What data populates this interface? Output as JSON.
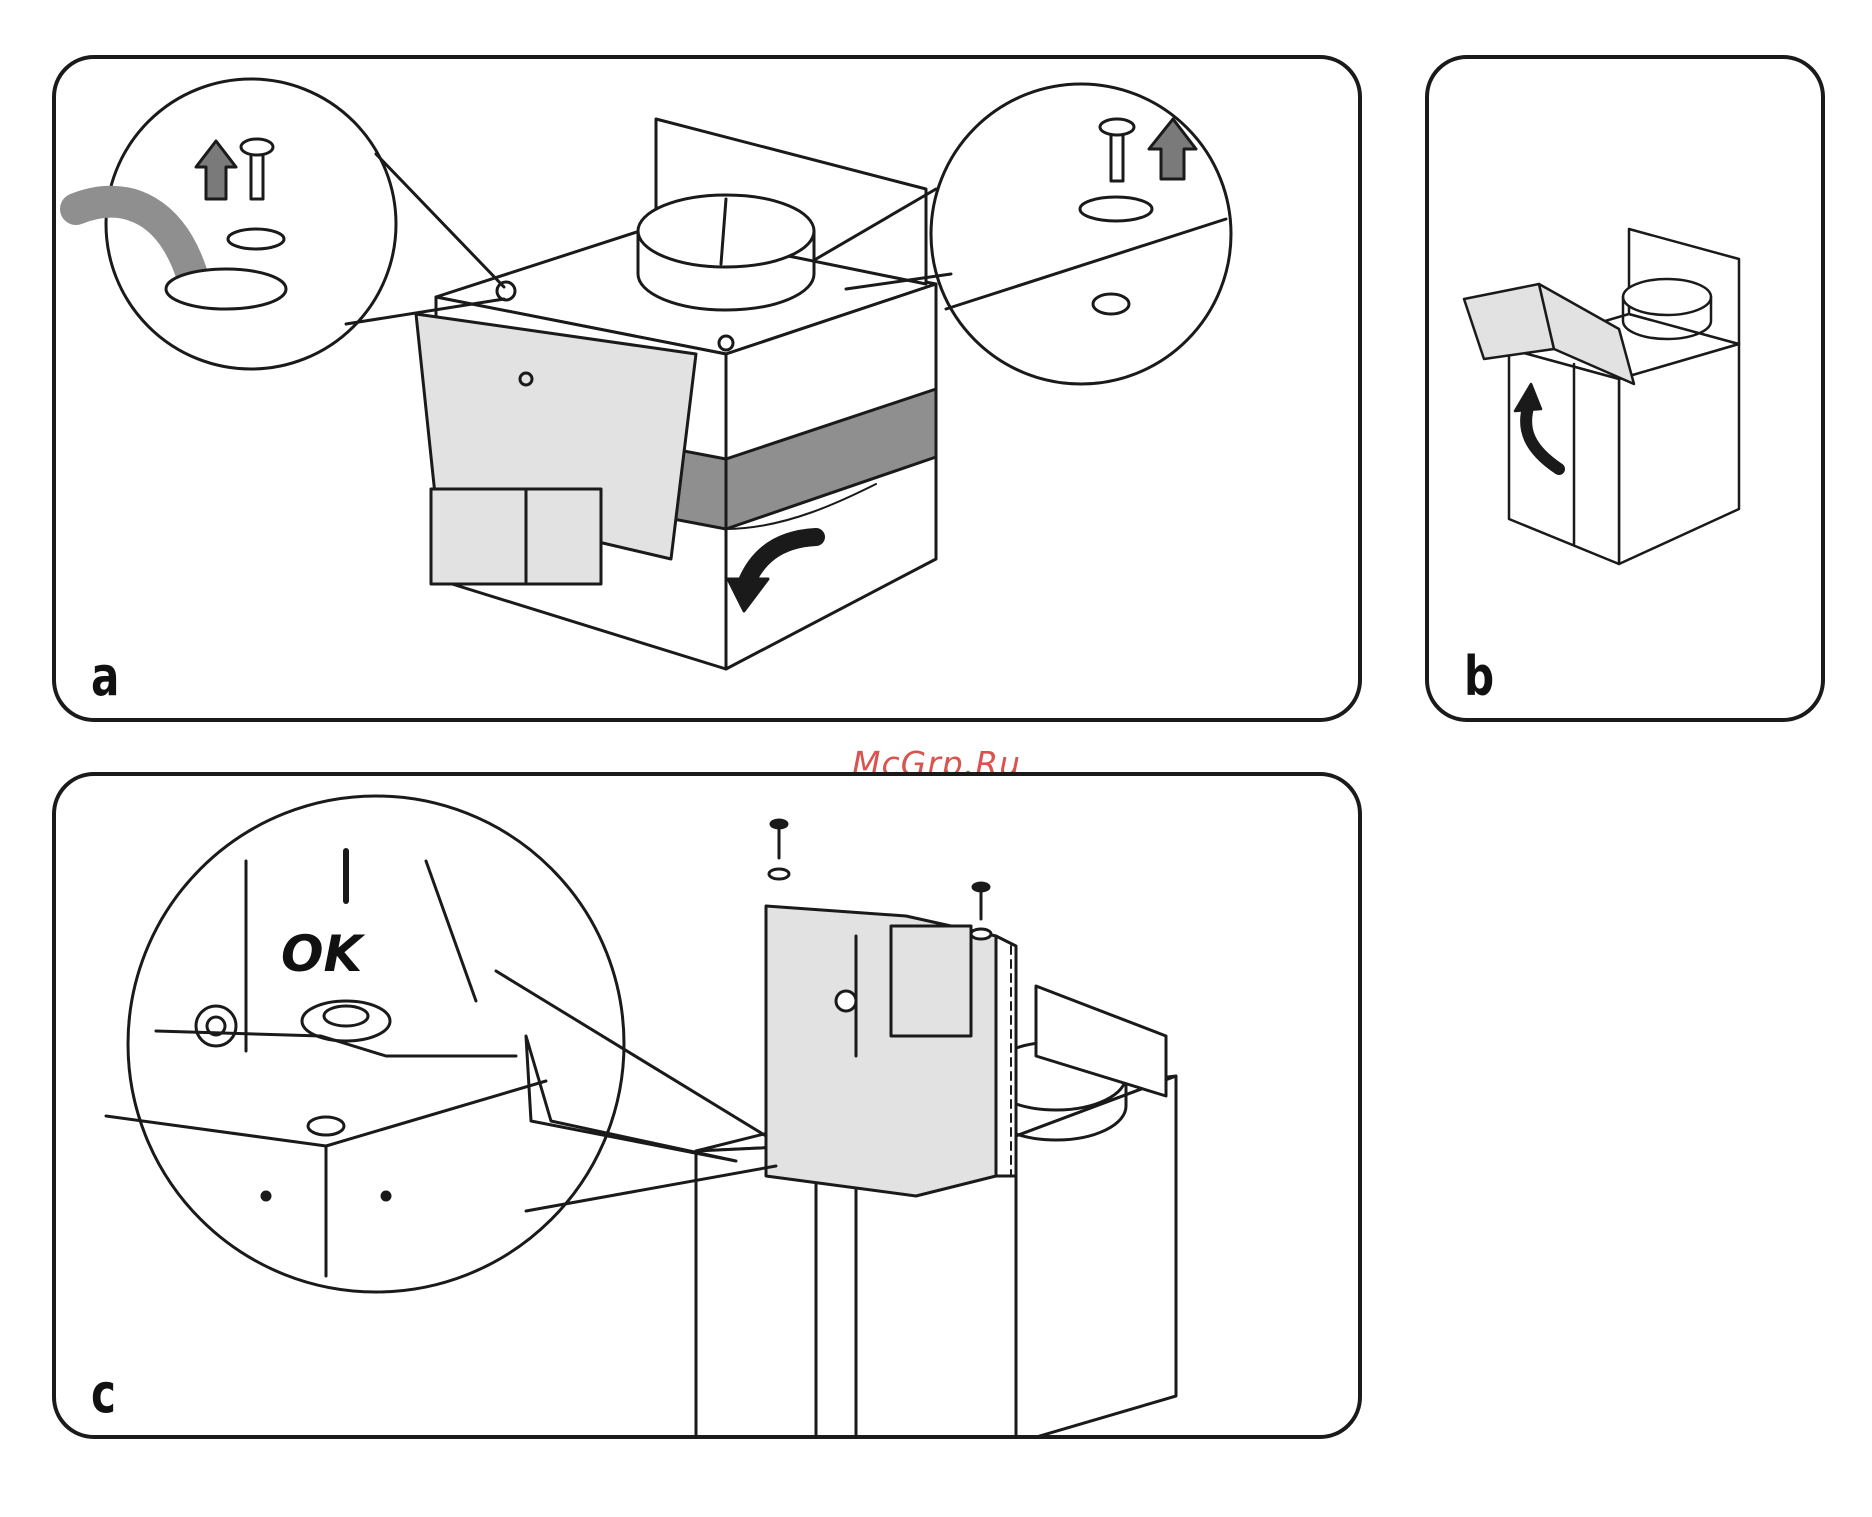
{
  "panels": {
    "a": {
      "letter": "a"
    },
    "b": {
      "letter": "b"
    },
    "c": {
      "letter": "c",
      "callout_text": "OK"
    }
  },
  "watermark": "McGrp.Ru",
  "colors": {
    "line": "#1a1a1a",
    "cover_fill": "#e2e2e2",
    "band_fill": "#8f8f8f",
    "arrow_fill": "#7a7a7a",
    "watermark": "#d9534f"
  }
}
